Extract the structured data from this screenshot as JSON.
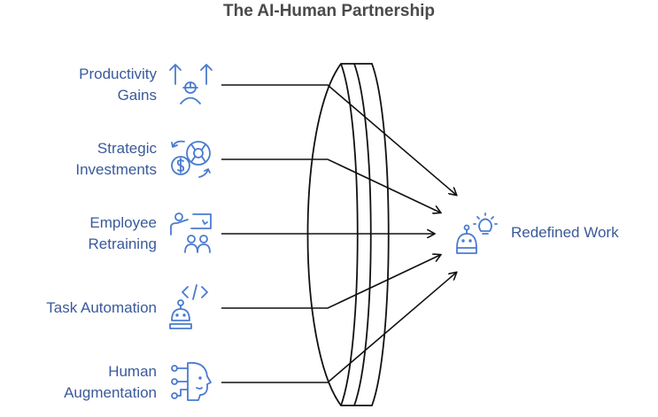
{
  "title": "The AI-Human Partnership",
  "inputs": [
    {
      "line1": "Productivity",
      "line2": "Gains",
      "icon": "worker-arrows-up-icon"
    },
    {
      "line1": "Strategic",
      "line2": "Investments",
      "icon": "money-lifebuoy-icon"
    },
    {
      "line1": "Employee",
      "line2": "Retraining",
      "icon": "trainer-presentation-icon"
    },
    {
      "line1": "Task Automation",
      "line2": "",
      "icon": "robot-code-icon"
    },
    {
      "line1": "Human",
      "line2": "Augmentation",
      "icon": "human-head-circuit-icon"
    }
  ],
  "output": {
    "label": "Redefined Work",
    "icon": "robot-lightbulb-icon"
  },
  "colors": {
    "text": "#3a5a9a",
    "icon": "#4a7bd0",
    "line": "#111111"
  }
}
